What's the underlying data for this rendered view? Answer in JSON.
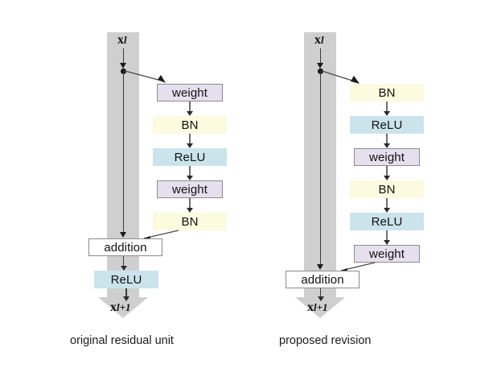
{
  "figure": {
    "background": "#ffffff",
    "colors": {
      "shortcut_band": "#cfcfcf",
      "weight_box": "#e6e0ee",
      "bn_box": "#fcfadf",
      "relu_box": "#cbe4ec",
      "addition_box": "#ffffff",
      "box_border": "#8c8c8c",
      "arrow": "#6f6f6f",
      "text": "#111111"
    }
  },
  "panels": [
    {
      "id": "original",
      "caption": "original residual unit",
      "input_label": "x",
      "input_sub": "l",
      "output_label": "x",
      "output_sub": "l+1",
      "blocks": [
        {
          "label": "weight",
          "type": "weight"
        },
        {
          "label": "BN",
          "type": "bn"
        },
        {
          "label": "ReLU",
          "type": "relu"
        },
        {
          "label": "weight",
          "type": "weight"
        },
        {
          "label": "BN",
          "type": "bn"
        }
      ],
      "merge_label": "addition",
      "post_merge": [
        {
          "label": "ReLU",
          "type": "relu"
        }
      ]
    },
    {
      "id": "proposed",
      "caption": "proposed revision",
      "input_label": "x",
      "input_sub": "l",
      "output_label": "x",
      "output_sub": "l+1",
      "blocks": [
        {
          "label": "BN",
          "type": "bn"
        },
        {
          "label": "ReLU",
          "type": "relu"
        },
        {
          "label": "weight",
          "type": "weight"
        },
        {
          "label": "BN",
          "type": "bn"
        },
        {
          "label": "ReLU",
          "type": "relu"
        },
        {
          "label": "weight",
          "type": "weight"
        }
      ],
      "merge_label": "addition",
      "post_merge": []
    }
  ]
}
